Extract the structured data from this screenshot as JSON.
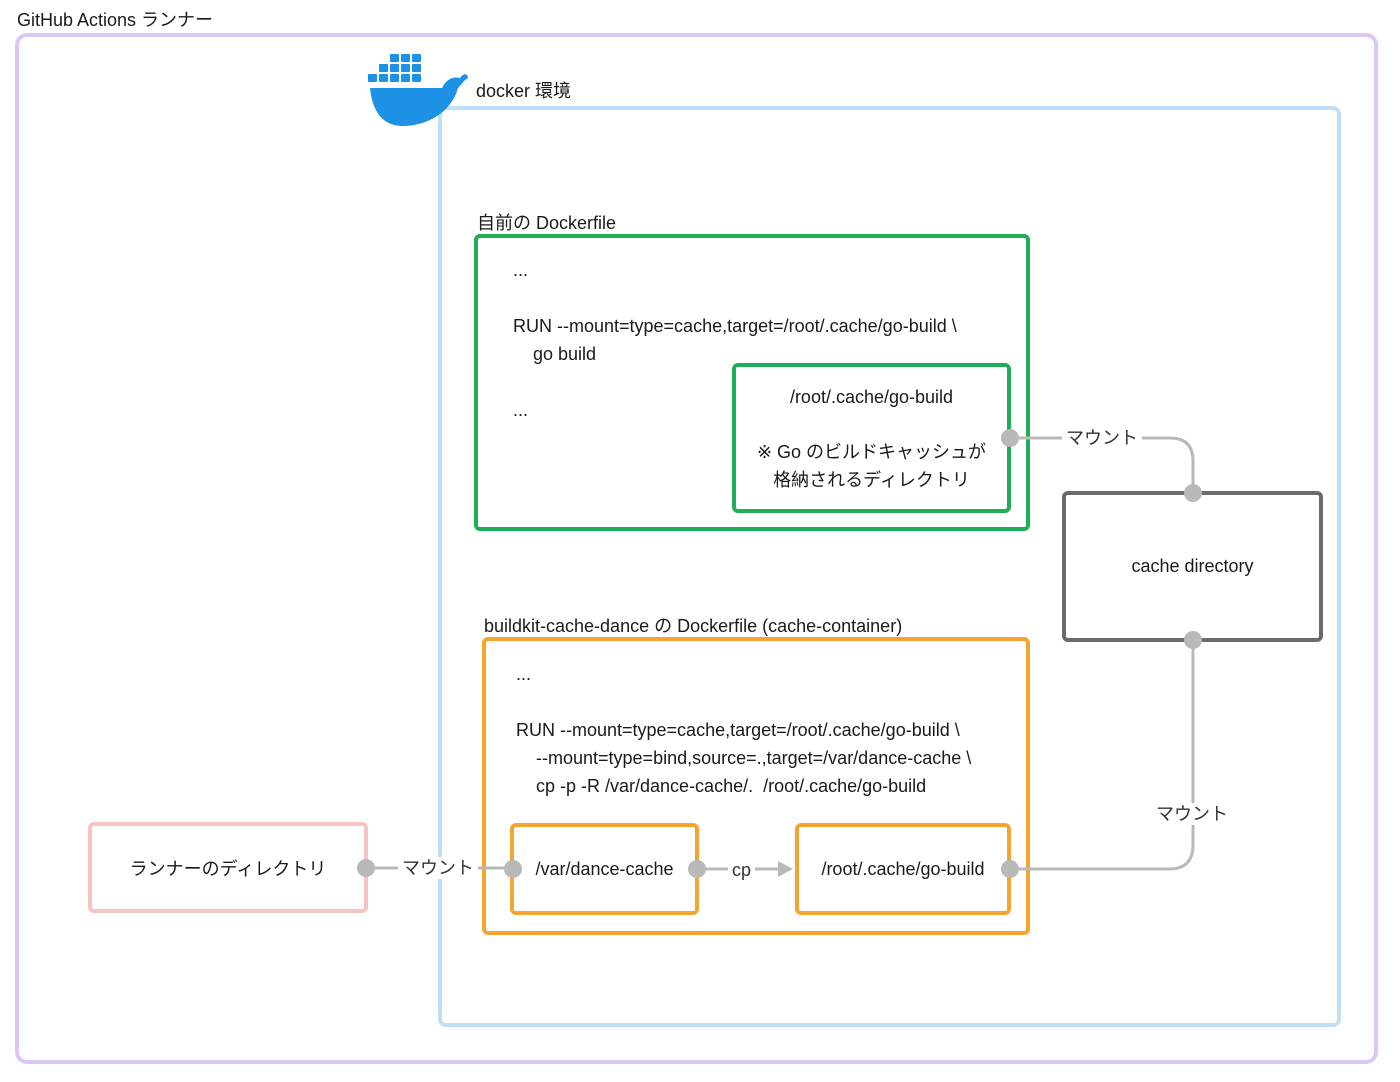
{
  "runner": {
    "title": "GitHub Actions ランナー"
  },
  "docker": {
    "title": "docker 環境",
    "logo_icon": "docker-whale-icon"
  },
  "user_dockerfile": {
    "title": "自前の Dockerfile",
    "code": "...\n\nRUN --mount=type=cache,target=/root/.cache/go-build \\\n    go build\n\n...",
    "inner_box": {
      "path": "/root/.cache/go-build",
      "note_line1": "※ Go のビルドキャッシュが",
      "note_line2": "格納されるディレクトリ"
    }
  },
  "cache_dir": {
    "label": "cache directory"
  },
  "dance_dockerfile": {
    "title": "buildkit-cache-dance の Dockerfile (cache-container)",
    "code": "...\n\nRUN --mount=type=cache,target=/root/.cache/go-build \\\n    --mount=type=bind,source=.,target=/var/dance-cache \\\n    cp -p -R /var/dance-cache/.  /root/.cache/go-build",
    "var_box": "/var/dance-cache",
    "root_box": "/root/.cache/go-build",
    "cp_label": "cp"
  },
  "runner_dir": {
    "label": "ランナーのディレクトリ"
  },
  "edges": {
    "mount_top": "マウント",
    "mount_right": "マウント",
    "mount_left": "マウント"
  },
  "colors": {
    "runner_border": "#dcc6f5",
    "docker_border": "#bfe0f7",
    "green": "#1fae57",
    "orange": "#f6a431",
    "gray": "#6b6b6b",
    "pink": "#f7c4c4",
    "wire": "#b9b9b9",
    "docker_blue": "#1d91e6"
  }
}
